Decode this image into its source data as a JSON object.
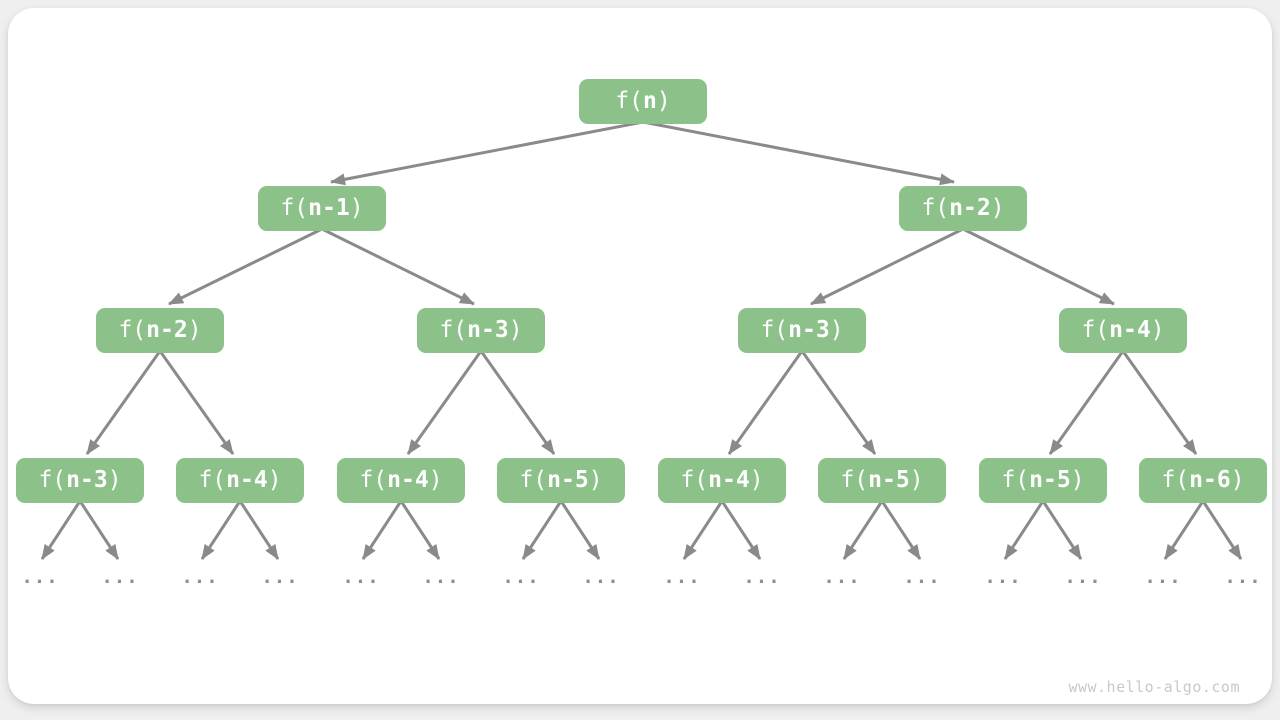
{
  "diagram": {
    "type": "recursion-tree",
    "nodes": [
      {
        "level": 1,
        "label": "f(n)",
        "pre": "f(",
        "arg": "n",
        "post": ")"
      },
      {
        "level": 2,
        "label": "f(n-1)",
        "pre": "f(",
        "arg": "n-1",
        "post": ")"
      },
      {
        "level": 2,
        "label": "f(n-2)",
        "pre": "f(",
        "arg": "n-2",
        "post": ")"
      },
      {
        "level": 3,
        "label": "f(n-2)",
        "pre": "f(",
        "arg": "n-2",
        "post": ")"
      },
      {
        "level": 3,
        "label": "f(n-3)",
        "pre": "f(",
        "arg": "n-3",
        "post": ")"
      },
      {
        "level": 3,
        "label": "f(n-3)",
        "pre": "f(",
        "arg": "n-3",
        "post": ")"
      },
      {
        "level": 3,
        "label": "f(n-4)",
        "pre": "f(",
        "arg": "n-4",
        "post": ")"
      },
      {
        "level": 4,
        "label": "f(n-3)",
        "pre": "f(",
        "arg": "n-3",
        "post": ")"
      },
      {
        "level": 4,
        "label": "f(n-4)",
        "pre": "f(",
        "arg": "n-4",
        "post": ")"
      },
      {
        "level": 4,
        "label": "f(n-4)",
        "pre": "f(",
        "arg": "n-4",
        "post": ")"
      },
      {
        "level": 4,
        "label": "f(n-5)",
        "pre": "f(",
        "arg": "n-5",
        "post": ")"
      },
      {
        "level": 4,
        "label": "f(n-4)",
        "pre": "f(",
        "arg": "n-4",
        "post": ")"
      },
      {
        "level": 4,
        "label": "f(n-5)",
        "pre": "f(",
        "arg": "n-5",
        "post": ")"
      },
      {
        "level": 4,
        "label": "f(n-5)",
        "pre": "f(",
        "arg": "n-5",
        "post": ")"
      },
      {
        "level": 4,
        "label": "f(n-6)",
        "pre": "f(",
        "arg": "n-6",
        "post": ")"
      }
    ],
    "edges": [
      [
        0,
        1
      ],
      [
        0,
        2
      ],
      [
        1,
        3
      ],
      [
        1,
        4
      ],
      [
        2,
        5
      ],
      [
        2,
        6
      ],
      [
        3,
        7
      ],
      [
        3,
        8
      ],
      [
        4,
        9
      ],
      [
        4,
        10
      ],
      [
        5,
        11
      ],
      [
        5,
        12
      ],
      [
        6,
        13
      ],
      [
        6,
        14
      ]
    ],
    "ellipsis": "...",
    "watermark": "www.hello-algo.com"
  },
  "colors": {
    "page_bg": "#efefef",
    "card_bg": "#ffffff",
    "node_fill": "#8cc28a",
    "node_text": "#ffffff",
    "arrow": "#8a8a8a",
    "ellipsis": "#8f8f8f",
    "watermark": "#c9c9c9"
  }
}
